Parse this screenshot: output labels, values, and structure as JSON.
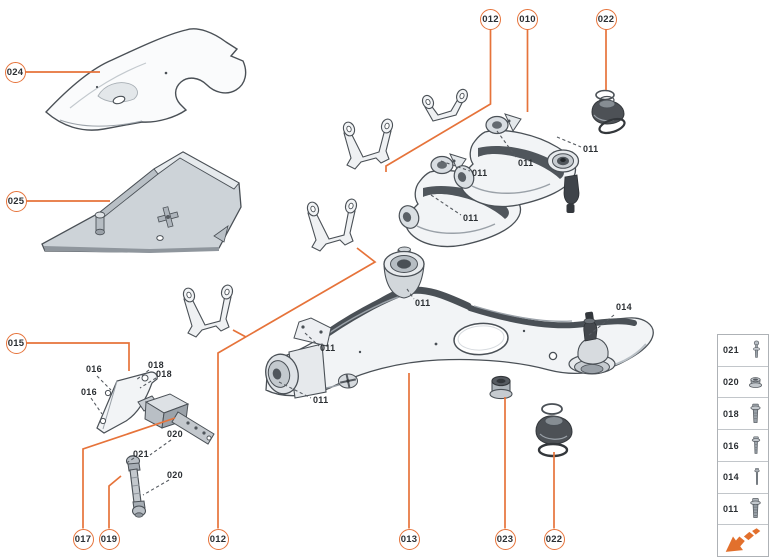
{
  "diagram": {
    "background_color": "#ffffff",
    "accent_color": "#E6733A",
    "label_color": "#2B2F33"
  },
  "callouts": {
    "top": [
      {
        "label": "012"
      },
      {
        "label": "010"
      },
      {
        "label": "022"
      }
    ],
    "left": [
      {
        "label": "024"
      },
      {
        "label": "025"
      },
      {
        "label": "015"
      }
    ],
    "bottom": [
      {
        "label": "017"
      },
      {
        "label": "019"
      },
      {
        "label": "012"
      },
      {
        "label": "013"
      },
      {
        "label": "023"
      },
      {
        "label": "022"
      }
    ]
  },
  "inline_labels": [
    {
      "text": "016"
    },
    {
      "text": "016"
    },
    {
      "text": "018"
    },
    {
      "text": "018"
    },
    {
      "text": "020"
    },
    {
      "text": "021"
    },
    {
      "text": "020"
    },
    {
      "text": "011"
    },
    {
      "text": "011"
    },
    {
      "text": "011"
    },
    {
      "text": "011"
    },
    {
      "text": "011"
    },
    {
      "text": "011"
    },
    {
      "text": "011"
    },
    {
      "text": "014"
    }
  ],
  "legend": {
    "rows": [
      {
        "label": "021",
        "icon": "stud-pin-bolt-icon"
      },
      {
        "label": "020",
        "icon": "flange-nut-icon"
      },
      {
        "label": "018",
        "icon": "flange-bolt-icon"
      },
      {
        "label": "016",
        "icon": "hex-flange-bolt-icon"
      },
      {
        "label": "014",
        "icon": "long-bolt-icon"
      },
      {
        "label": "011",
        "icon": "ribbed-flange-bolt-icon"
      }
    ],
    "footer_icon": "driving-direction-arrow-icon"
  }
}
